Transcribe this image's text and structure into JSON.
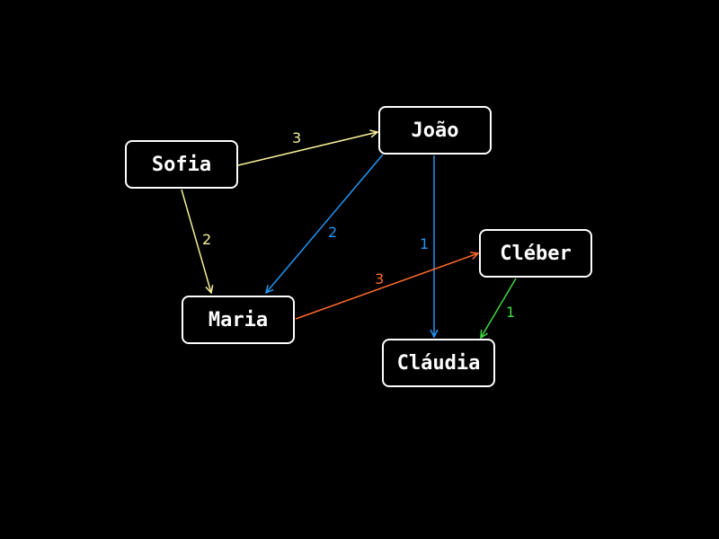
{
  "nodes": {
    "sofia": "Sofia",
    "joao": "João",
    "cleber": "Cléber",
    "maria": "Maria",
    "claudia": "Cláudia"
  },
  "edges": [
    {
      "from": "Sofia",
      "to": "João",
      "weight": "3",
      "color": "#f5f09a"
    },
    {
      "from": "Sofia",
      "to": "Maria",
      "weight": "2",
      "color": "#f5f09a"
    },
    {
      "from": "João",
      "to": "Maria",
      "weight": "2",
      "color": "#2196f3"
    },
    {
      "from": "João",
      "to": "Cláudia",
      "weight": "1",
      "color": "#2196f3"
    },
    {
      "from": "Maria",
      "to": "Cléber",
      "weight": "3",
      "color": "#ff6a2b"
    },
    {
      "from": "Cléber",
      "to": "Cláudia",
      "weight": "1",
      "color": "#3ddc3d"
    }
  ]
}
